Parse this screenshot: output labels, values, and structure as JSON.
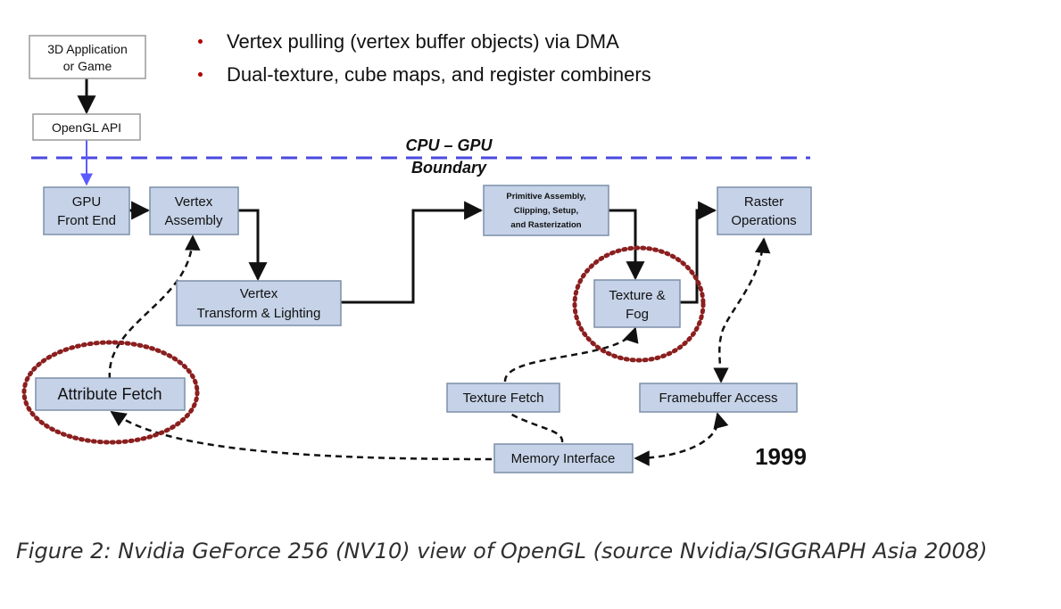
{
  "bullets": [
    "Vertex pulling (vertex buffer objects) via DMA",
    "Dual-texture, cube maps, and register combiners"
  ],
  "boundary_label": [
    "CPU – GPU",
    "Boundary"
  ],
  "year_label": "1999",
  "nodes": {
    "app": [
      "3D Application",
      "or Game"
    ],
    "api": [
      "OpenGL API"
    ],
    "front_end": [
      "GPU",
      "Front End"
    ],
    "vertex_assembly": [
      "Vertex",
      "Assembly"
    ],
    "transform_lighting": [
      "Vertex",
      "Transform & Lighting"
    ],
    "primitive_assembly": [
      "Primitive Assembly,",
      "Clipping, Setup,",
      "and Rasterization"
    ],
    "raster_ops": [
      "Raster",
      "Operations"
    ],
    "texture_fog": [
      "Texture &",
      "Fog"
    ],
    "attribute_fetch": [
      "Attribute Fetch"
    ],
    "texture_fetch": [
      "Texture Fetch"
    ],
    "framebuffer_access": [
      "Framebuffer Access"
    ],
    "memory_interface": [
      "Memory Interface"
    ]
  },
  "colors": {
    "box_fill": "#c5d2e7",
    "box_border": "#7d8fa8",
    "white_box_border": "#9a9a9a",
    "boundary_line": "#4a4ae0",
    "highlight_ring": "#8b1f1f",
    "bullet": "#b00000"
  },
  "caption": "Figure 2: Nvidia GeForce 256 (NV10) view of OpenGL (source Nvidia/SIGGRAPH Asia 2008)"
}
